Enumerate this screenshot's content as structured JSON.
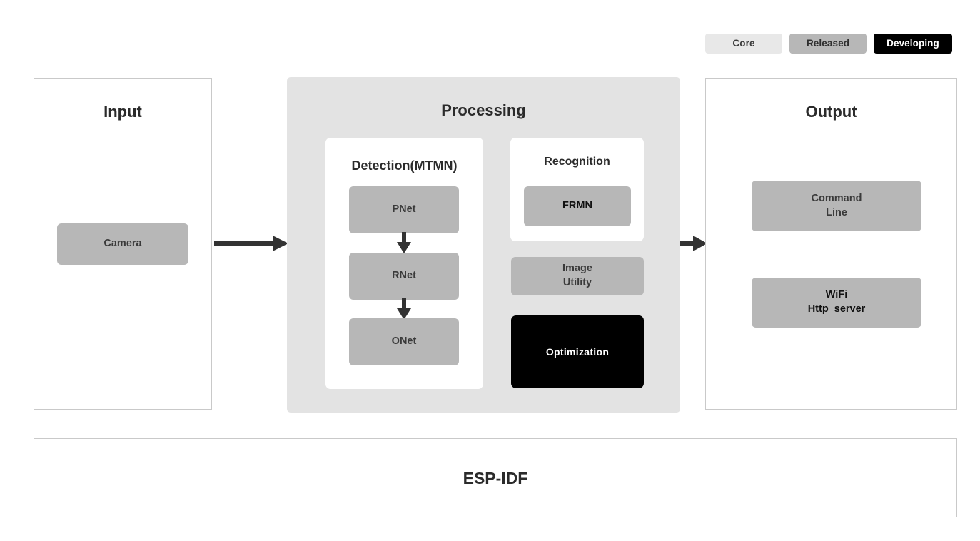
{
  "legend": {
    "items": [
      {
        "label": "Core",
        "color": "#e8e8e8",
        "text_color": "#3b3b3b"
      },
      {
        "label": "Released",
        "color": "#b7b7b7",
        "text_color": "#2e2e2e"
      },
      {
        "label": "Developing",
        "color": "#000000",
        "text_color": "#ffffff"
      }
    ]
  },
  "panels": {
    "input": {
      "title": "Input",
      "nodes": [
        {
          "label": "Camera",
          "status": "Released"
        }
      ]
    },
    "processing": {
      "title": "Processing",
      "detection": {
        "title": "Detection(MTMN)",
        "nodes": [
          {
            "label": "PNet",
            "status": "Released"
          },
          {
            "label": "RNet",
            "status": "Released"
          },
          {
            "label": "ONet",
            "status": "Released"
          }
        ]
      },
      "recognition": {
        "title": "Recognition",
        "nodes": [
          {
            "label": "FRMN",
            "status": "Released"
          }
        ]
      },
      "extras": [
        {
          "label": "Image\nUtility",
          "status": "Released"
        },
        {
          "label": "Optimization",
          "status": "Developing"
        }
      ]
    },
    "output": {
      "title": "Output",
      "nodes": [
        {
          "label": "Command\nLine",
          "status": "Released"
        },
        {
          "label": "WiFi\nHttp_server",
          "status": "Released"
        }
      ]
    },
    "base": {
      "title": "ESP-IDF"
    }
  },
  "arrows": [
    {
      "name": "input-to-processing",
      "from": "Camera",
      "to": "Processing"
    },
    {
      "name": "processing-to-output",
      "from": "Processing",
      "to": "Output"
    },
    {
      "name": "pnet-to-rnet",
      "from": "PNet",
      "to": "RNet"
    },
    {
      "name": "rnet-to-onet",
      "from": "RNet",
      "to": "ONet"
    }
  ],
  "colors": {
    "core": "#e8e8e8",
    "released": "#b7b7b7",
    "developing": "#000000",
    "processing_bg": "#e3e3e3",
    "panel_border": "#c9c9c9",
    "arrow": "#333333"
  }
}
